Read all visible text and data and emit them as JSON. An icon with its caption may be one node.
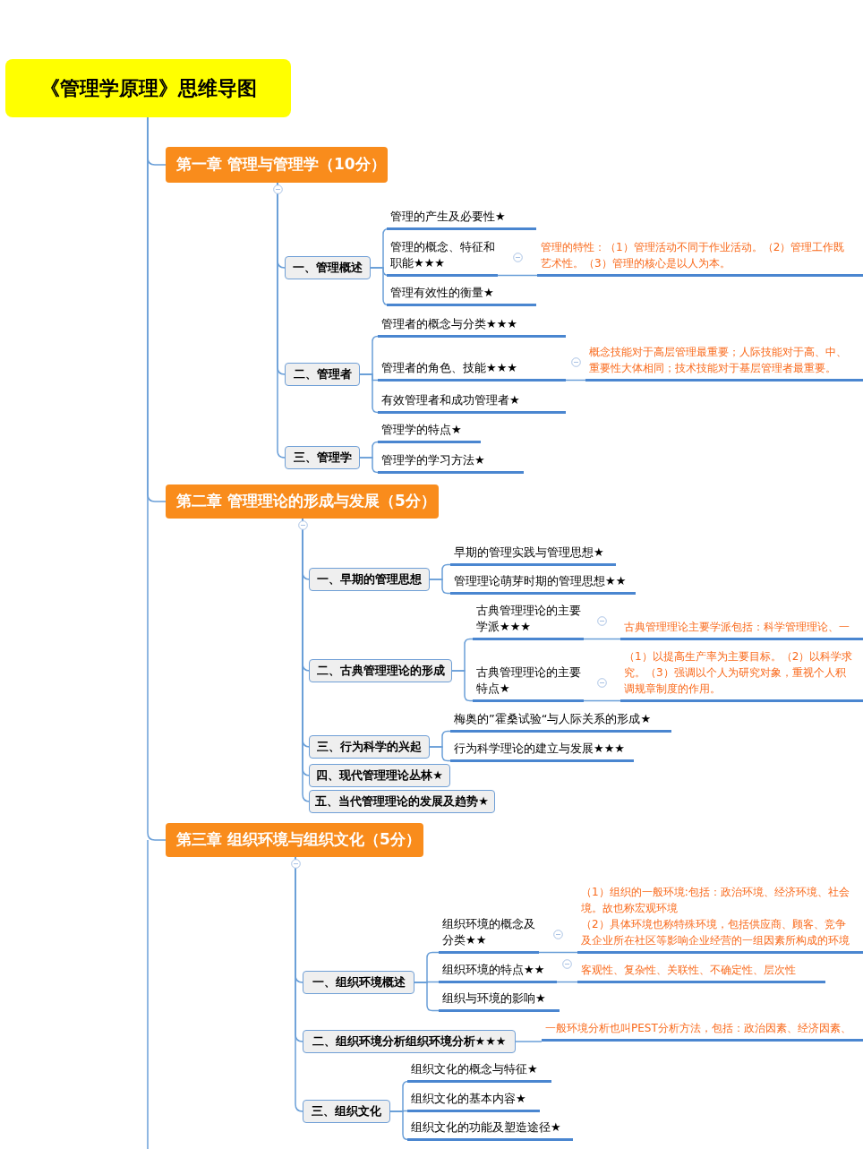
{
  "diagram": {
    "nodes": [
      {
        "text": [
          "《管理学原理》思维导图"
        ]
      },
      {
        "text": [
          "第一章 管理与管理学（10分）"
        ]
      },
      {
        "text": [
          "一、管理概述"
        ]
      },
      {
        "text": [
          "管理的产生及必要性★"
        ]
      },
      {
        "text": [
          "管理的概念、特征和职能★★★"
        ]
      },
      {
        "text": [
          "管理的特性：（1）管理活动不同于作业活动。（2）管理工作既",
          "艺术性。（3）管理的核心是以人为本。"
        ]
      },
      {
        "text": [
          "管理有效性的衡量★"
        ]
      },
      {
        "text": [
          "二、管理者"
        ]
      },
      {
        "text": [
          "管理者的概念与分类★★★"
        ]
      },
      {
        "text": [
          "管理者的角色、技能★★★"
        ]
      },
      {
        "text": [
          "概念技能对于高层管理最重要；人际技能对于高、中、",
          "重要性大体相同；技术技能对于基层管理者最重要。"
        ]
      },
      {
        "text": [
          "有效管理者和成功管理者★"
        ]
      },
      {
        "text": [
          "三、管理学"
        ]
      },
      {
        "text": [
          "管理学的特点★"
        ]
      },
      {
        "text": [
          "管理学的学习方法★"
        ]
      },
      {
        "text": [
          "第二章 管理理论的形成与发展（5分）"
        ]
      },
      {
        "text": [
          "一、早期的管理思想"
        ]
      },
      {
        "text": [
          "早期的管理实践与管理思想★"
        ]
      },
      {
        "text": [
          "管理理论萌芽时期的管理思想★★"
        ]
      },
      {
        "text": [
          "二、古典管理理论的形成"
        ]
      },
      {
        "text": [
          "古典管理理论的主要学派★★★"
        ]
      },
      {
        "text": [
          "古典管理理论主要学派包括：科学管理理论、一"
        ]
      },
      {
        "text": [
          "古典管理理论的主要特点★"
        ]
      },
      {
        "text": [
          "（1）以提高生产率为主要目标。（2）以科学求",
          "究。（3）强调以个人为研究对象，重视个人积",
          "调规章制度的作用。"
        ]
      },
      {
        "text": [
          "三、行为科学的兴起"
        ]
      },
      {
        "text": [
          "梅奥的”霍桑试验“与人际关系的形成★"
        ]
      },
      {
        "text": [
          "行为科学理论的建立与发展★★★"
        ]
      },
      {
        "text": [
          "四、现代管理理论丛林★"
        ]
      },
      {
        "text": [
          "五、当代管理理论的发展及趋势★"
        ]
      },
      {
        "text": [
          "第三章 组织环境与组织文化（5分）"
        ]
      },
      {
        "text": [
          "一、组织环境概述"
        ]
      },
      {
        "text": [
          "组织环境的概念及分类★★"
        ]
      },
      {
        "text": [
          "（1）组织的一般环境:包括：政治环境、经济环境、社会",
          "境。故也称宏观环境",
          "（2）具体环境也称特殊环境，包括供应商、顾客、竞争",
          "及企业所在社区等影响企业经营的一组因素所构成的环境"
        ]
      },
      {
        "text": [
          "组织环境的特点★★"
        ]
      },
      {
        "text": [
          "客观性、复杂性、关联性、不确定性、层次性"
        ]
      },
      {
        "text": [
          "组织与环境的影响★"
        ]
      },
      {
        "text": [
          "二、组织环境分析组织环境分析★★★"
        ]
      },
      {
        "text": [
          "一般环境分析也叫PEST分析方法，包括：政治因素、经济因素、"
        ]
      },
      {
        "text": [
          "三、组织文化"
        ]
      },
      {
        "text": [
          "组织文化的概念与特征★"
        ]
      },
      {
        "text": [
          "组织文化的基本内容★"
        ]
      },
      {
        "text": [
          "组织文化的功能及塑造途径★"
        ]
      }
    ],
    "edges": [
      {
        "from": 0,
        "to": 1,
        "arrow": "none"
      },
      {
        "from": 0,
        "to": 15,
        "arrow": "none"
      },
      {
        "from": 0,
        "to": 29,
        "arrow": "none"
      },
      {
        "from": 1,
        "to": 2,
        "arrow": "none"
      },
      {
        "from": 1,
        "to": 7,
        "arrow": "none"
      },
      {
        "from": 1,
        "to": 12,
        "arrow": "none"
      },
      {
        "from": 2,
        "to": 3,
        "arrow": "none"
      },
      {
        "from": 2,
        "to": 4,
        "arrow": "none"
      },
      {
        "from": 2,
        "to": 6,
        "arrow": "none"
      },
      {
        "from": 4,
        "to": 5,
        "arrow": "none"
      },
      {
        "from": 7,
        "to": 8,
        "arrow": "none"
      },
      {
        "from": 7,
        "to": 9,
        "arrow": "none"
      },
      {
        "from": 7,
        "to": 11,
        "arrow": "none"
      },
      {
        "from": 9,
        "to": 10,
        "arrow": "none"
      },
      {
        "from": 12,
        "to": 13,
        "arrow": "none"
      },
      {
        "from": 12,
        "to": 14,
        "arrow": "none"
      },
      {
        "from": 15,
        "to": 16,
        "arrow": "none"
      },
      {
        "from": 15,
        "to": 19,
        "arrow": "none"
      },
      {
        "from": 15,
        "to": 24,
        "arrow": "none"
      },
      {
        "from": 15,
        "to": 27,
        "arrow": "none"
      },
      {
        "from": 15,
        "to": 28,
        "arrow": "none"
      },
      {
        "from": 16,
        "to": 17,
        "arrow": "none"
      },
      {
        "from": 16,
        "to": 18,
        "arrow": "none"
      },
      {
        "from": 19,
        "to": 20,
        "arrow": "none"
      },
      {
        "from": 19,
        "to": 22,
        "arrow": "none"
      },
      {
        "from": 20,
        "to": 21,
        "arrow": "none"
      },
      {
        "from": 22,
        "to": 23,
        "arrow": "none"
      },
      {
        "from": 24,
        "to": 25,
        "arrow": "none"
      },
      {
        "from": 24,
        "to": 26,
        "arrow": "none"
      },
      {
        "from": 29,
        "to": 30,
        "arrow": "none"
      },
      {
        "from": 29,
        "to": 36,
        "arrow": "none"
      },
      {
        "from": 29,
        "to": 38,
        "arrow": "none"
      },
      {
        "from": 30,
        "to": 31,
        "arrow": "none"
      },
      {
        "from": 30,
        "to": 33,
        "arrow": "none"
      },
      {
        "from": 30,
        "to": 35,
        "arrow": "none"
      },
      {
        "from": 31,
        "to": 32,
        "arrow": "none"
      },
      {
        "from": 33,
        "to": 34,
        "arrow": "none"
      },
      {
        "from": 36,
        "to": 37,
        "arrow": "none"
      },
      {
        "from": 38,
        "to": 39,
        "arrow": "none"
      },
      {
        "from": 38,
        "to": 40,
        "arrow": "none"
      },
      {
        "from": 38,
        "to": 41,
        "arrow": "none"
      }
    ]
  }
}
